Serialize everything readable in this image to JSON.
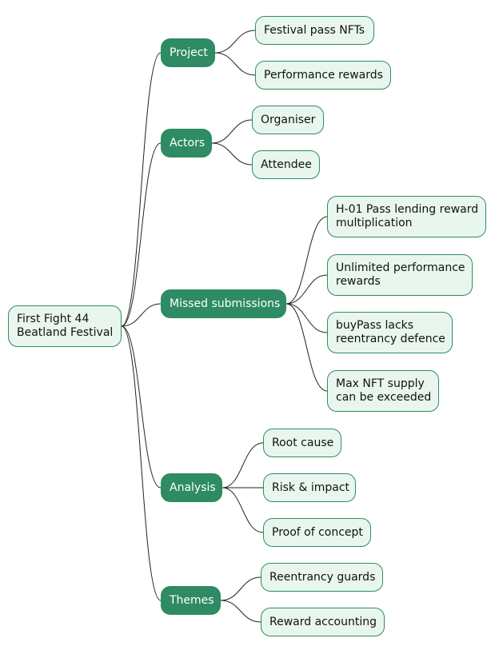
{
  "mindmap": {
    "root": {
      "label": "First Fight 44\nBeatland Festival"
    },
    "branches": [
      {
        "label": "Project",
        "children": [
          "Festival pass NFTs",
          "Performance rewards"
        ]
      },
      {
        "label": "Actors",
        "children": [
          "Organiser",
          "Attendee"
        ]
      },
      {
        "label": "Missed submissions",
        "children": [
          "H-01 Pass lending reward\nmultiplication",
          "Unlimited performance\nrewards",
          "buyPass lacks\nreentrancy defence",
          "Max NFT supply\ncan be exceeded"
        ]
      },
      {
        "label": "Analysis",
        "children": [
          "Root cause",
          "Risk & impact",
          "Proof of concept"
        ]
      },
      {
        "label": "Themes",
        "children": [
          "Reentrancy guards",
          "Reward accounting"
        ]
      }
    ],
    "colors": {
      "branch_fill": "#2e8b64",
      "leaf_fill": "#e9f6ee",
      "border": "#2e8b64",
      "connector": "#222222"
    }
  }
}
